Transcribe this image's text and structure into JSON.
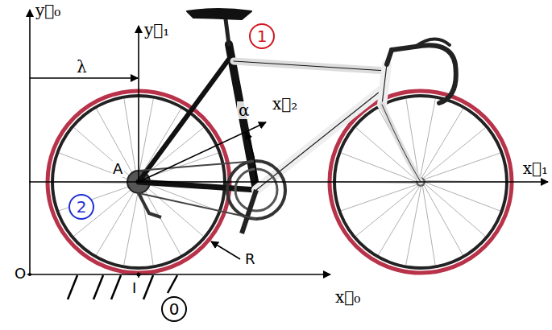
{
  "diagram": {
    "nodes": [
      {
        "text": [
          "1"
        ]
      },
      {
        "text": [
          "2"
        ]
      },
      {
        "text": [
          "0"
        ]
      }
    ],
    "labels": [
      "y⃗₀",
      "y⃗₁",
      "λ",
      "x⃗₂",
      "α",
      "A",
      "x⃗₁",
      "R",
      "O",
      "I",
      "x⃗₀"
    ]
  }
}
